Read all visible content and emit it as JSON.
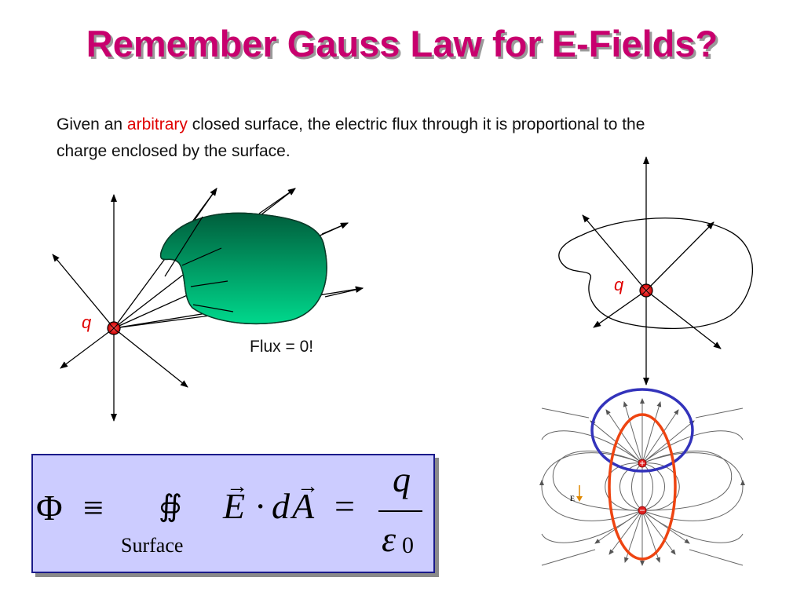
{
  "title": "Remember Gauss Law for E-Fields?",
  "intro": {
    "part1": "Given an ",
    "highlight": "arbitrary",
    "part2": " closed surface, the electric flux through it is proportional to the charge enclosed by the surface."
  },
  "left_figure": {
    "charge_label": "q",
    "flux_label": "Flux = 0!"
  },
  "right_figure": {
    "charge_label": "q",
    "field_label": "E"
  },
  "formula": {
    "phi": "Φ",
    "equiv": "≡",
    "integral": "∯",
    "subscript": "Surface",
    "e_vec": "E",
    "dot": "·",
    "d": "d",
    "a_vec": "A",
    "equals": "=",
    "numerator": "q",
    "denominator": "ε",
    "denominator_sub": "0"
  },
  "colors": {
    "title": "#c8006e",
    "highlight": "#e00000",
    "surface_green": "#00a870",
    "formula_bg": "#ccccff",
    "blue_surface": "#3333bb",
    "orange_surface": "#ee4411"
  }
}
